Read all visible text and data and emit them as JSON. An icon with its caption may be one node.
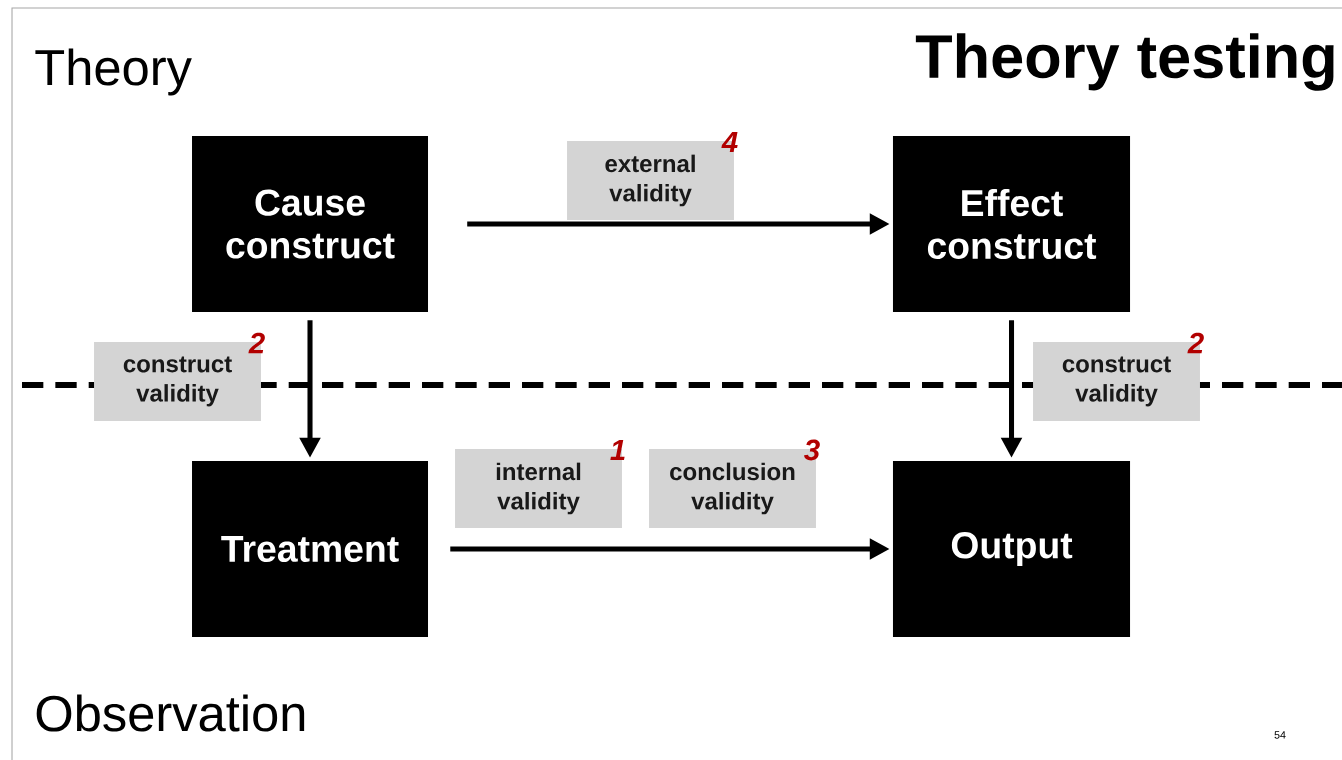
{
  "diagram": {
    "title": "Theory testing",
    "nodes": [
      {
        "text": [
          "Cause construct"
        ]
      },
      {
        "text": [
          "Effect construct"
        ]
      },
      {
        "text": [
          "Treatment"
        ]
      },
      {
        "text": [
          "Output"
        ]
      },
      {
        "text": [
          "external validity",
          "4"
        ]
      },
      {
        "text": [
          "construct validity",
          "2"
        ]
      },
      {
        "text": [
          "construct validity",
          "2"
        ]
      },
      {
        "text": [
          "internal validity",
          "1"
        ]
      },
      {
        "text": [
          "conclusion validity",
          "3"
        ]
      }
    ],
    "edges": [
      {
        "from": 0,
        "to": 1,
        "arrow": "to"
      },
      {
        "from": 0,
        "to": 2,
        "arrow": "to"
      },
      {
        "from": 1,
        "to": 3,
        "arrow": "to"
      },
      {
        "from": 2,
        "to": 3,
        "arrow": "to"
      }
    ],
    "labels": [
      "Theory",
      "Observation",
      "54"
    ]
  }
}
